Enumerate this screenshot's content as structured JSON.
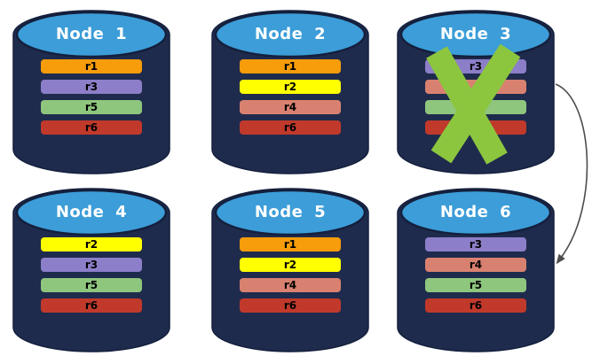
{
  "theme": {
    "page_bg": "#FFFFFF",
    "cylinder_body": "#1F2B4D",
    "cylinder_edge": "#141F3C",
    "cylinder_top": "#3C9DD8",
    "title_text": "#FFFFFF",
    "bar_text": "#000000",
    "failure_x": "#8CC63F",
    "arrow": "#4D4D4D"
  },
  "diagram": {
    "nodes": [
      {
        "label": "Node 1",
        "failed": false,
        "replicas": [
          {
            "label": "r1",
            "color": "#F79C0A"
          },
          {
            "label": "r3",
            "color": "#8C7EC8"
          },
          {
            "label": "r5",
            "color": "#8FC67D"
          },
          {
            "label": "r6",
            "color": "#C0392B"
          }
        ]
      },
      {
        "label": "Node 2",
        "failed": false,
        "replicas": [
          {
            "label": "r1",
            "color": "#F79C0A"
          },
          {
            "label": "r2",
            "color": "#FFFF00"
          },
          {
            "label": "r4",
            "color": "#D98170"
          },
          {
            "label": "r6",
            "color": "#C0392B"
          }
        ]
      },
      {
        "label": "Node 3",
        "failed": true,
        "replicas": [
          {
            "label": "r3",
            "color": "#8C7EC8"
          },
          {
            "label": "",
            "color": "#D98170"
          },
          {
            "label": "",
            "color": "#8FC67D"
          },
          {
            "label": "",
            "color": "#C0392B"
          }
        ]
      },
      {
        "label": "Node 4",
        "failed": false,
        "replicas": [
          {
            "label": "r2",
            "color": "#FFFF00"
          },
          {
            "label": "r3",
            "color": "#8C7EC8"
          },
          {
            "label": "r5",
            "color": "#8FC67D"
          },
          {
            "label": "r6",
            "color": "#C0392B"
          }
        ]
      },
      {
        "label": "Node 5",
        "failed": false,
        "replicas": [
          {
            "label": "r1",
            "color": "#F79C0A"
          },
          {
            "label": "r2",
            "color": "#FFFF00"
          },
          {
            "label": "r4",
            "color": "#D98170"
          },
          {
            "label": "r6",
            "color": "#C0392B"
          }
        ]
      },
      {
        "label": "Node 6",
        "failed": false,
        "replicas": [
          {
            "label": "r3",
            "color": "#8C7EC8"
          },
          {
            "label": "r4",
            "color": "#D98170"
          },
          {
            "label": "r5",
            "color": "#8FC67D"
          },
          {
            "label": "r6",
            "color": "#C0392B"
          }
        ]
      }
    ],
    "arrow": {
      "from": "Node 3",
      "to": "Node 6"
    }
  }
}
